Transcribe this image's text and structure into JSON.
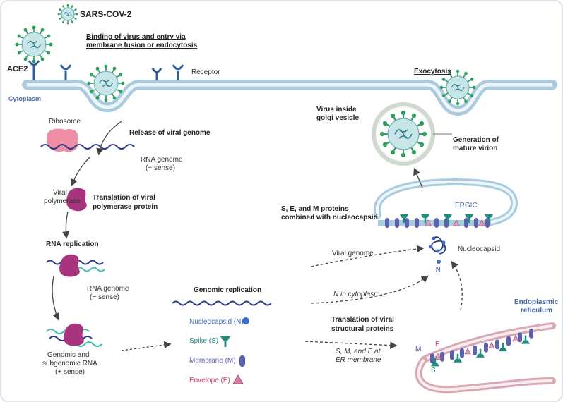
{
  "title": "SARS-COV-2",
  "labels": {
    "binding_line1": "Binding of virus and entry via",
    "binding_line2": "membrane fusion or endocytosis",
    "ace2": "ACE2",
    "receptor": "Receptor",
    "cytoplasm": "Cytoplasm",
    "exocytosis": "Exocytosis",
    "virus_golgi_line1": "Virus inside",
    "virus_golgi_line2": "golgi vesicle",
    "mature_line1": "Generation of",
    "mature_line2": "mature virion",
    "ribosome": "Ribosome",
    "release": "Release of viral genome",
    "rna_plus_line1": "RNA genome",
    "rna_plus_line2": "(+ sense)",
    "viral_poly_line1": "Viral",
    "viral_poly_line2": "polymerase",
    "translation_line1": "Translation of viral",
    "translation_line2": "polymerase protein",
    "rna_replication": "RNA replication",
    "rna_minus_line1": "RNA genome",
    "rna_minus_line2": "(− sense)",
    "genomic_line1": "Genomic and",
    "genomic_line2": "subgenomic RNA",
    "genomic_line3": "(+ sense)",
    "genomic_replication": "Genomic replication",
    "sem_line1": "S, E, and M proteins",
    "sem_line2": "combined  with nucleocapsid",
    "ergic": "ERGIC",
    "viral_genome": "Viral genome",
    "nucleocapsid": "Nucleocapsid",
    "n_short": "N",
    "n_in_cytoplasm": "N in cytoplasm",
    "translation_struct_line1": "Translation of viral",
    "translation_struct_line2": "structural proteins",
    "sme_line1": "S, M, and E at",
    "sme_line2": "ER membrane",
    "er_line1": "Endoplasmic",
    "er_line2": "reticulum",
    "m_short": "M",
    "e_short": "E",
    "s_short": "S"
  },
  "legend": [
    {
      "label": "Nucleocapsid (N)",
      "color": "#3f6fc4",
      "icon": "circle-icon"
    },
    {
      "label": "Spike (S)",
      "color": "#1e8c7e",
      "icon": "spike-icon"
    },
    {
      "label": "Membrane (M)",
      "color": "#5b62b0",
      "icon": "membrane-protein-icon"
    },
    {
      "label": "Envelope (E)",
      "color": "#d87fa6",
      "icon": "triangle-icon"
    }
  ],
  "colors": {
    "membrane": "#a9cbe0",
    "virus_spike": "#2f9e5c",
    "virus_body": "#c8e6e8",
    "ribosome": "#ee8fa6",
    "polymerase": "#a8337e",
    "rna": "#2b3b8c",
    "rna_teal": "#3cc2b0",
    "spike": "#1e8c7e",
    "envelope_label": "#d04a7e"
  }
}
